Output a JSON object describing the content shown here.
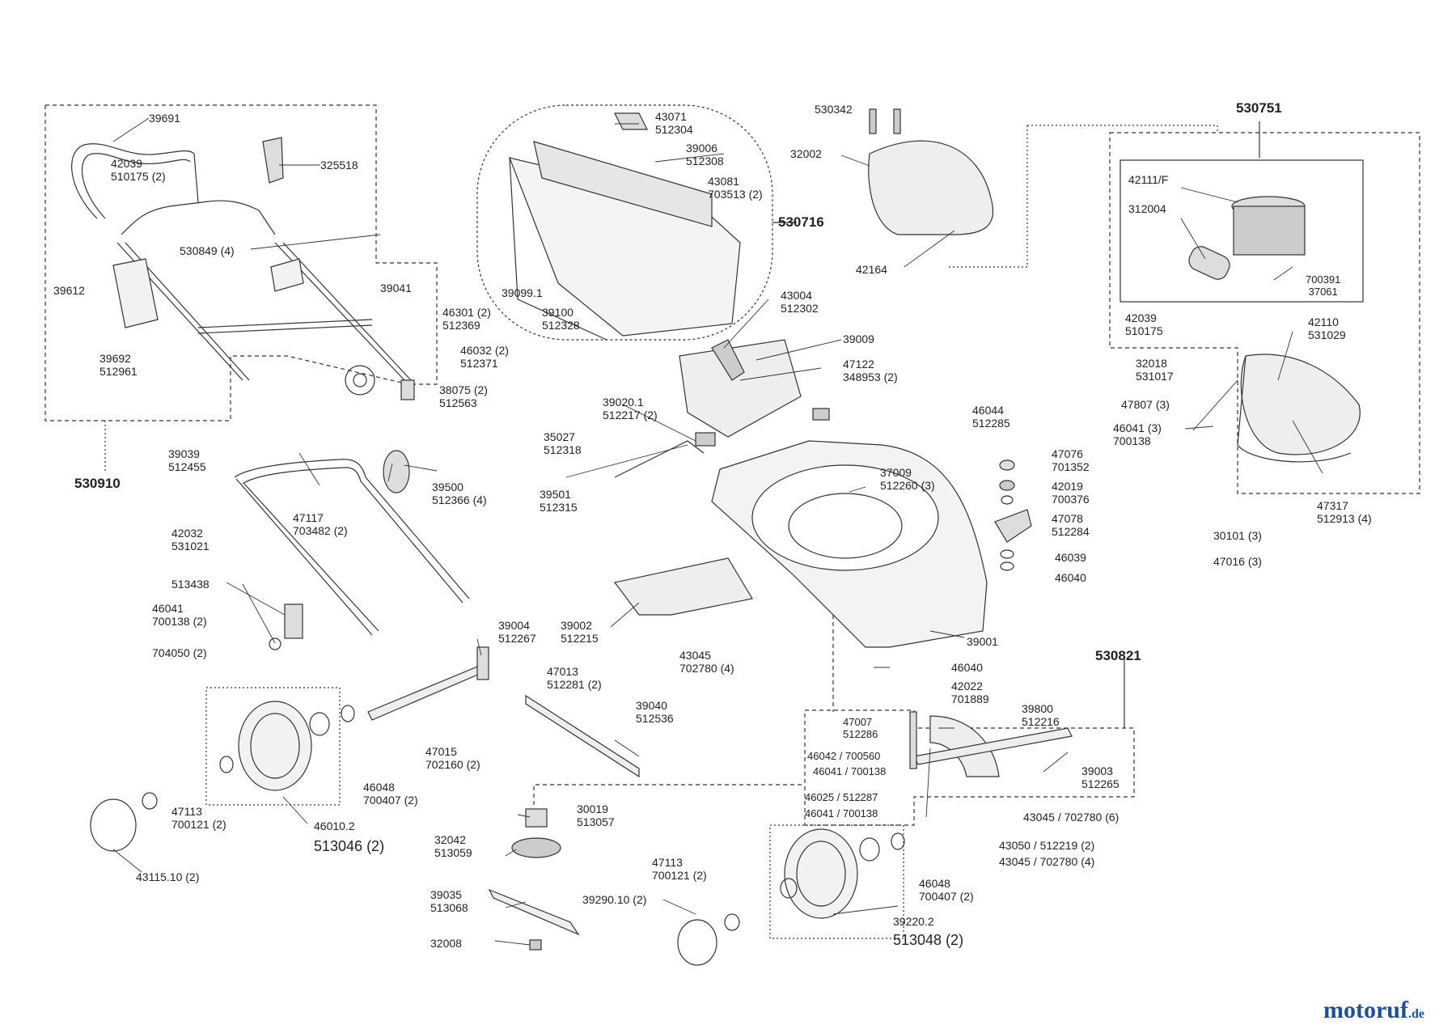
{
  "labels": [
    "39691",
    "42039\n510175 (2)",
    "325518",
    "530849 (4)",
    "39612",
    "39041",
    "39692\n512961",
    "46301 (2)\n512369",
    "46032 (2)\n512371",
    "38075 (2)\n512563",
    "530910",
    "43071\n512304",
    "39006\n512308",
    "43081\n703513 (2)",
    "530716",
    "39099.1",
    "39100\n512328",
    "530342",
    "32002",
    "42164",
    "530751",
    "42111/F",
    "312004",
    "700391\n37061",
    "42039\n510175",
    "32018\n531017",
    "42110\n531029",
    "47807 (3)",
    "46041 (3)\n700138",
    "47317\n512913 (4)",
    "30101 (3)",
    "47016 (3)",
    "43004\n512302",
    "39009",
    "47122\n348953 (2)",
    "39020.1\n512217 (2)",
    "35027\n512318",
    "39501\n512315",
    "46044\n512285",
    "47076\n701352",
    "42019\n700376",
    "47078\n512284",
    "46039",
    "46040",
    "37009\n512260 (3)",
    "39039\n512455",
    "39500\n512366 (4)",
    "47117\n703482 (2)",
    "42032\n531021",
    "513438",
    "46041\n700138 (2)",
    "704050 (2)",
    "39002\n512215",
    "43045\n702780 (4)",
    "39001",
    "39004\n512267",
    "47013\n512281 (2)",
    "39040\n512536",
    "47015\n702160 (2)",
    "46048\n700407 (2)",
    "46010.2",
    "513046 (2)",
    "47113\n700121 (2)",
    "43115.10 (2)",
    "530821",
    "46040",
    "42022\n701889",
    "47007\n512286",
    "39800\n512216",
    "46042 / 700560",
    "46041 / 700138",
    "46025 / 512287",
    "46041 / 700138",
    "39003\n512265",
    "43045 / 702780 (6)",
    "43050 / 512219 (2)",
    "43045 / 702780 (4)",
    "30019\n513057",
    "32042\n513059",
    "39035\n513068",
    "32008",
    "47113\n700121 (2)",
    "39290.10 (2)",
    "46048\n700407 (2)",
    "39220.2",
    "513048 (2)"
  ],
  "logo": {
    "main": "motoruf",
    "suffix": ".de"
  }
}
